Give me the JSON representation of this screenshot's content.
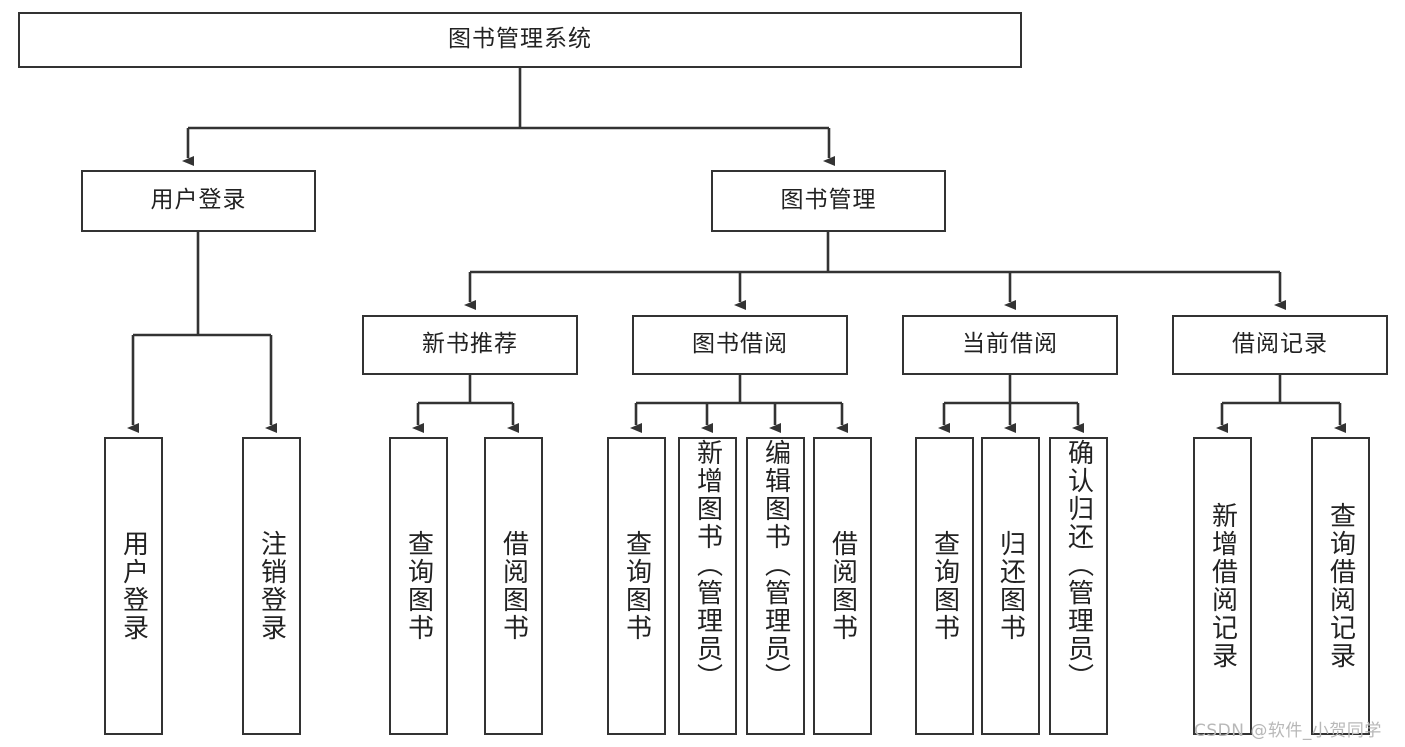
{
  "diagram": {
    "type": "tree",
    "title": "图书管理系统",
    "orientation": "top-down",
    "colors": {
      "box_border": "#333333",
      "box_fill": "#ffffff",
      "connector": "#333333",
      "text": "#222222",
      "watermark": "#b8b8b8",
      "background": "#ffffff"
    }
  },
  "root": {
    "label": "图书管理系统"
  },
  "level2": [
    {
      "label": "用户登录"
    },
    {
      "label": "图书管理"
    }
  ],
  "level3": [
    {
      "label": "新书推荐"
    },
    {
      "label": "图书借阅"
    },
    {
      "label": "当前借阅"
    },
    {
      "label": "借阅记录"
    }
  ],
  "leaves": {
    "user_login": [
      {
        "label": "用户登录"
      },
      {
        "label": "注销登录"
      }
    ],
    "new_book_recommend": [
      {
        "label": "查询图书"
      },
      {
        "label": "借阅图书"
      }
    ],
    "book_borrow": [
      {
        "label": "查询图书"
      },
      {
        "label": "新增图书（管理员）"
      },
      {
        "label": "编辑图书（管理员）"
      },
      {
        "label": "借阅图书"
      }
    ],
    "current_borrow": [
      {
        "label": "查询图书"
      },
      {
        "label": "归还图书"
      },
      {
        "label": "确认归还（管理员）"
      }
    ],
    "borrow_record": [
      {
        "label": "新增借阅记录"
      },
      {
        "label": "查询借阅记录"
      }
    ]
  },
  "watermark": {
    "text": "CSDN @软件_小贺同学"
  }
}
